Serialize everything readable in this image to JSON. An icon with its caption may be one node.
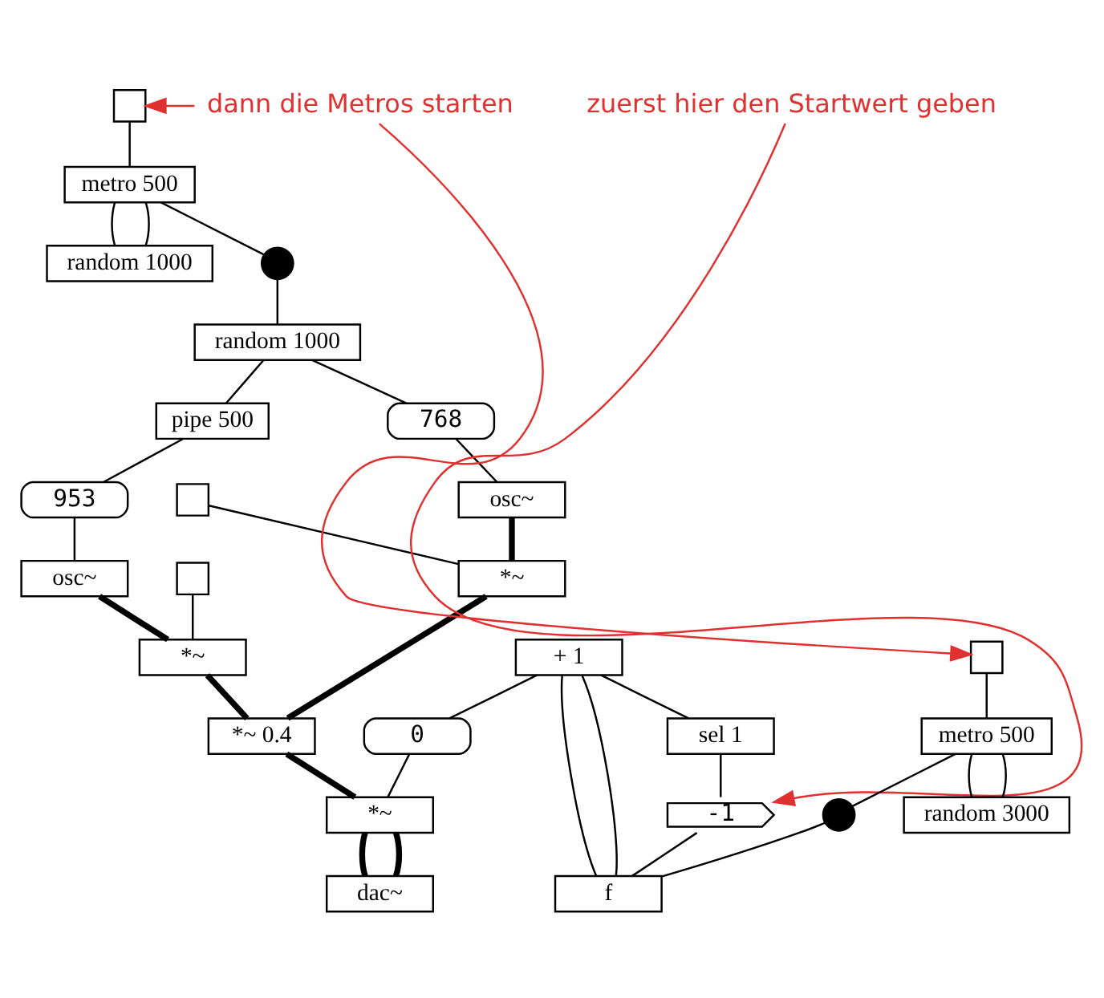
{
  "diagram": {
    "nodes": [
      {
        "text": [],
        "shape": "box"
      },
      {
        "text": [
          "random 1000"
        ]
      },
      {
        "text": [
          "metro 500"
        ]
      },
      {
        "text": [],
        "shape": "circle"
      },
      {
        "text": [
          "random 1000"
        ]
      },
      {
        "text": [
          "768"
        ]
      },
      {
        "text": [
          "osc~"
        ]
      },
      {
        "text": [],
        "shape": "box"
      },
      {
        "text": [
          "*~"
        ]
      },
      {
        "text": [
          "pipe 500"
        ]
      },
      {
        "text": [
          "953"
        ]
      },
      {
        "text": [
          "osc~"
        ]
      },
      {
        "text": [],
        "shape": "box"
      },
      {
        "text": [
          "*~"
        ]
      },
      {
        "text": [
          "zuerst hier den Startwert geben"
        ]
      },
      {
        "text": [
          "dann die Metros starten"
        ]
      },
      {
        "text": [
          "*~ 0.4"
        ]
      },
      {
        "text": [],
        "shape": "box"
      },
      {
        "text": [
          "random 3000"
        ]
      },
      {
        "text": [
          "metro 500"
        ]
      },
      {
        "text": [],
        "shape": "circle"
      },
      {
        "text": [
          "-1"
        ]
      },
      {
        "text": [
          "f"
        ]
      },
      {
        "text": [
          "+ 1"
        ]
      },
      {
        "text": [
          "sel 1"
        ]
      },
      {
        "text": [
          "0"
        ]
      },
      {
        "text": [
          "*~"
        ]
      },
      {
        "text": [
          "dac~"
        ]
      }
    ],
    "edges": [
      {
        "from": 0,
        "to": 2,
        "arrow": "none"
      },
      {
        "from": 1,
        "to": 2,
        "arrow": "none"
      },
      {
        "from": 2,
        "to": 1,
        "arrow": "none"
      },
      {
        "from": 2,
        "to": 3,
        "arrow": "none"
      },
      {
        "from": 3,
        "to": 4,
        "arrow": "none"
      },
      {
        "from": 4,
        "to": 5,
        "arrow": "none"
      },
      {
        "from": 4,
        "to": 9,
        "arrow": "none"
      },
      {
        "from": 5,
        "to": 6,
        "arrow": "none"
      },
      {
        "from": 6,
        "to": 8,
        "arrow": "none",
        "style": "thick"
      },
      {
        "from": 7,
        "to": 8,
        "arrow": "none"
      },
      {
        "from": 9,
        "to": 10,
        "arrow": "none"
      },
      {
        "from": 10,
        "to": 11,
        "arrow": "none"
      },
      {
        "from": 11,
        "to": 13,
        "arrow": "none",
        "style": "thick"
      },
      {
        "from": 12,
        "to": 13,
        "arrow": "none"
      },
      {
        "from": 8,
        "to": 16,
        "arrow": "none",
        "style": "thick"
      },
      {
        "from": 13,
        "to": 16,
        "arrow": "none",
        "style": "thick"
      },
      {
        "from": 16,
        "to": 26,
        "arrow": "none",
        "style": "thick"
      },
      {
        "from": 17,
        "to": 19,
        "arrow": "none"
      },
      {
        "from": 18,
        "to": 19,
        "arrow": "none"
      },
      {
        "from": 19,
        "to": 18,
        "arrow": "none"
      },
      {
        "from": 19,
        "to": 20,
        "arrow": "none"
      },
      {
        "from": 20,
        "to": 22,
        "arrow": "none"
      },
      {
        "from": 21,
        "to": 22,
        "arrow": "none"
      },
      {
        "from": 22,
        "to": 23,
        "arrow": "none"
      },
      {
        "from": 23,
        "to": 22,
        "arrow": "none"
      },
      {
        "from": 24,
        "to": 21,
        "arrow": "none"
      },
      {
        "from": 23,
        "to": 24,
        "arrow": "none"
      },
      {
        "from": 23,
        "to": 25,
        "arrow": "none"
      },
      {
        "from": 25,
        "to": 26,
        "arrow": "none"
      },
      {
        "from": 26,
        "to": 27,
        "arrow": "none",
        "style": "thick"
      },
      {
        "from": 26,
        "to": 27,
        "arrow": "none",
        "style": "thick"
      },
      {
        "from": 14,
        "to": 21,
        "arrow": "to",
        "color": "#e03030"
      },
      {
        "from": 15,
        "to": 0,
        "arrow": "to",
        "color": "#e03030"
      },
      {
        "from": 15,
        "to": 17,
        "arrow": "to",
        "color": "#e03030"
      }
    ]
  }
}
